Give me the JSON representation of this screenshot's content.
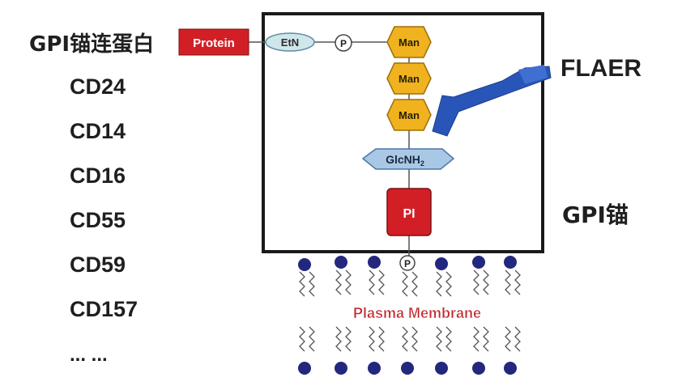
{
  "labels": {
    "gpi_anchored_proteins": "GPI锚连蛋白",
    "flaer": "FLAER",
    "gpi_anchor": "GPI锚",
    "protein": "Protein",
    "etn": "EtN",
    "phosphate": "P",
    "mannose": "Man",
    "glcnh2_main": "GlcNH",
    "glcnh2_sub": "2",
    "pi": "PI",
    "plasma_membrane": "Plasma Membrane"
  },
  "cd_list": [
    "CD24",
    "CD14",
    "CD16",
    "CD55",
    "CD59",
    "CD157",
    "... ..."
  ],
  "colors": {
    "protein": "#d21f26",
    "mannose": "#f0b21e",
    "etn": "#cfe6ec",
    "glcnh2": "#a9c8e6",
    "pi": "#d21f26",
    "flaer": "#2a55b8",
    "lipid_head": "#23287e",
    "membrane_text": "#c0262c"
  }
}
